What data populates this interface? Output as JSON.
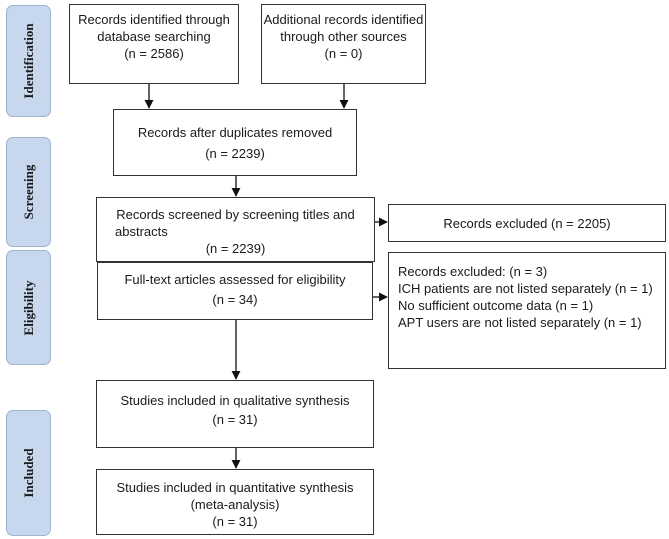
{
  "stages": {
    "identification": "Identification",
    "screening": "Screening",
    "eligibility": "Eligibility",
    "included": "Included"
  },
  "boxes": {
    "db_search": {
      "line1": "Records identified through",
      "line2": "database searching",
      "line3": "(n = 2586)"
    },
    "other_sources": {
      "line1": "Additional records identified",
      "line2": "through other sources",
      "line3": "(n = 0)"
    },
    "after_duplicates": {
      "line1": "Records after duplicates removed",
      "line2": "(n = 2239)"
    },
    "screened": {
      "line1": "Records screened by screening titles and",
      "line2": "abstracts",
      "line3": "(n = 2239)"
    },
    "excluded_screening": {
      "line1": "Records excluded (n = 2205)"
    },
    "fulltext": {
      "line1": "Full-text articles assessed for eligibility",
      "line2": "(n = 34)"
    },
    "excluded_fulltext": {
      "line1": "Records excluded: (n = 3)",
      "line2": "ICH patients are not listed separately (n = 1)",
      "line3": "No sufficient outcome data (n = 1)",
      "line4": "APT users are not listed separately (n = 1)"
    },
    "qualitative": {
      "line1": "Studies included in qualitative synthesis",
      "line2": "(n = 31)"
    },
    "quantitative": {
      "line1": "Studies included in quantitative synthesis",
      "line2": "(meta-analysis)",
      "line3": "(n = 31)"
    }
  }
}
